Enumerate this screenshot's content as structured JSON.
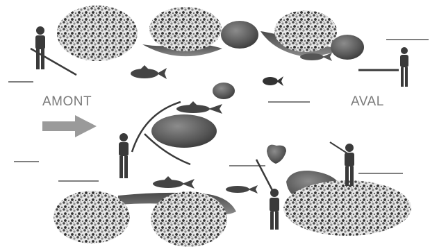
{
  "labels": {
    "upstream": "AMONT",
    "downstream": "AVAL"
  },
  "colors": {
    "rock": "#5a5a5a",
    "figure": "#3a3a3a",
    "arrow": "#9a9a9a",
    "label": "#7a7a7a",
    "line": "#333333"
  },
  "icons": {
    "flow-arrow": "arrow-right",
    "figure": "person-with-rod",
    "fish": "fish",
    "vegetation": "bush-clump",
    "rock": "boulder"
  }
}
